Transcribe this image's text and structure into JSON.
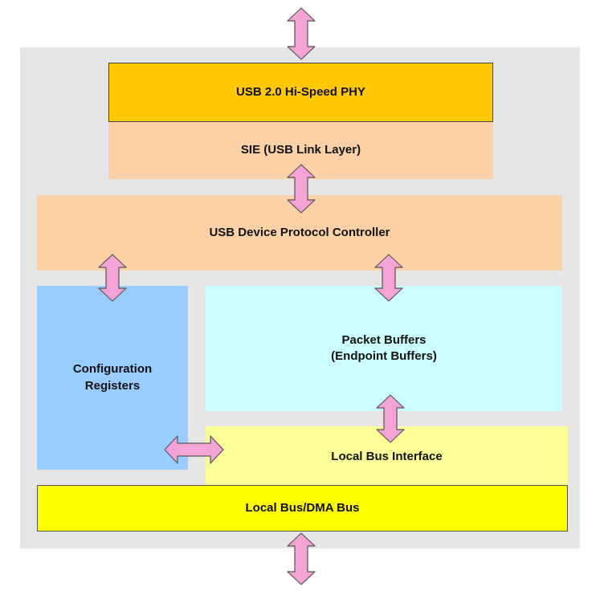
{
  "diagram": {
    "blocks": {
      "phy": {
        "label": "USB 2.0 Hi-Speed PHY",
        "color": "#ffc800"
      },
      "sie": {
        "label": "SIE (USB Link Layer)",
        "color": "#fcd1a6"
      },
      "controller": {
        "label": "USB Device Protocol Controller",
        "color": "#fcd1a6"
      },
      "config": {
        "label": "Configuration\nRegisters",
        "color": "#99ccff"
      },
      "packet": {
        "label": "Packet Buffers\n(Endpoint Buffers)",
        "color": "#ccffff"
      },
      "localif": {
        "label": "Local Bus Interface",
        "color": "#ffff99"
      },
      "dmabus": {
        "label": "Local Bus/DMA Bus",
        "color": "#ffff00"
      }
    },
    "panel_color": "#e6e6e6",
    "arrow_color": "#f4a3d6",
    "arrow_icon": "double-headed-arrow-icon"
  }
}
